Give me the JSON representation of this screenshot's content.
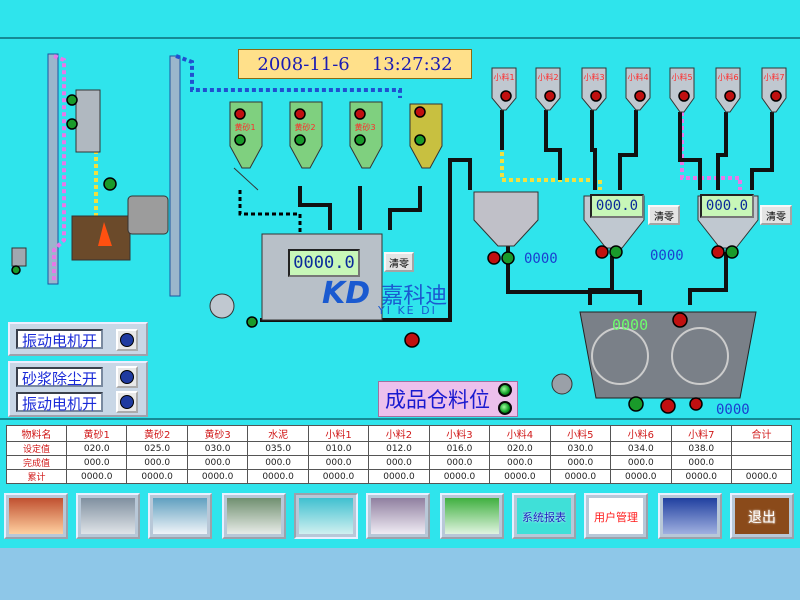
{
  "header": {
    "date": "2008-11-6",
    "time": "13:27:32"
  },
  "mixer": {
    "weight": "0000.0",
    "clear_label": "清零"
  },
  "hoppers": [
    {
      "weight": "000.0",
      "clear_label": "清零"
    },
    {
      "weight": "000.0",
      "clear_label": "清零"
    }
  ],
  "sand_bins": [
    "黄砂1",
    "黄砂2",
    "黄砂3"
  ],
  "small_bins": [
    "小料1",
    "小料2",
    "小料3",
    "小料4",
    "小料5",
    "小料6",
    "小料7"
  ],
  "readouts": {
    "cement": "0000",
    "hopper_pair": "0000",
    "main_mixer": "0000",
    "outlet": "0000"
  },
  "logo": {
    "letters": "KD",
    "cn": "嘉科迪",
    "en": "YI KE DI"
  },
  "controls": [
    {
      "label": "振动电机开"
    },
    {
      "label": "砂浆除尘开"
    },
    {
      "label": "振动电机开"
    }
  ],
  "product_bin": {
    "label": "成品仓料位"
  },
  "table": {
    "columns": [
      "物料名",
      "黄砂1",
      "黄砂2",
      "黄砂3",
      "水泥",
      "小料1",
      "小料2",
      "小料3",
      "小料4",
      "小料5",
      "小料6",
      "小料7",
      "合计"
    ],
    "rows": [
      {
        "label": "设定值",
        "values": [
          "020.0",
          "025.0",
          "030.0",
          "035.0",
          "010.0",
          "012.0",
          "016.0",
          "020.0",
          "030.0",
          "034.0",
          "038.0",
          ""
        ]
      },
      {
        "label": "完成值",
        "values": [
          "000.0",
          "000.0",
          "000.0",
          "000.0",
          "000.0",
          "000.0",
          "000.0",
          "000.0",
          "000.0",
          "000.0",
          "000.0",
          ""
        ]
      },
      {
        "label": "累计",
        "values": [
          "0000.0",
          "0000.0",
          "0000.0",
          "0000.0",
          "0000.0",
          "0000.0",
          "0000.0",
          "0000.0",
          "0000.0",
          "0000.0",
          "0000.0",
          "0000.0"
        ]
      }
    ]
  },
  "nav": [
    {
      "label": "",
      "name": "nav-drying"
    },
    {
      "label": "",
      "name": "nav-conveying"
    },
    {
      "label": "",
      "name": "nav-process"
    },
    {
      "label": "",
      "name": "nav-dosing"
    },
    {
      "label": "",
      "name": "nav-mixing"
    },
    {
      "label": "",
      "name": "nav-packing"
    },
    {
      "label": "",
      "name": "nav-settings"
    },
    {
      "label": "系统报表",
      "name": "nav-system-report"
    },
    {
      "label": "用户管理",
      "name": "nav-user-management"
    },
    {
      "label": "",
      "name": "nav-recipe"
    },
    {
      "label": "退出",
      "name": "nav-exit"
    }
  ],
  "colors": {
    "background": "#2fe4ec",
    "lcd": "#c8f7b8",
    "label_red": "#ff2a2a",
    "value_blue": "#1a3fd0"
  }
}
